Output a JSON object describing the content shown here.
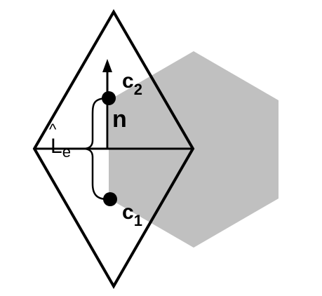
{
  "labels": {
    "c2_base": "c",
    "c2_sub": "2",
    "c1_base": "c",
    "c1_sub": "1",
    "normal": "n",
    "edge_hat": "^",
    "edge_base": "L",
    "edge_sub": "e"
  },
  "colors": {
    "stroke": "#000000",
    "hexagon_fill": "#c0c0c0",
    "background": "#ffffff"
  }
}
